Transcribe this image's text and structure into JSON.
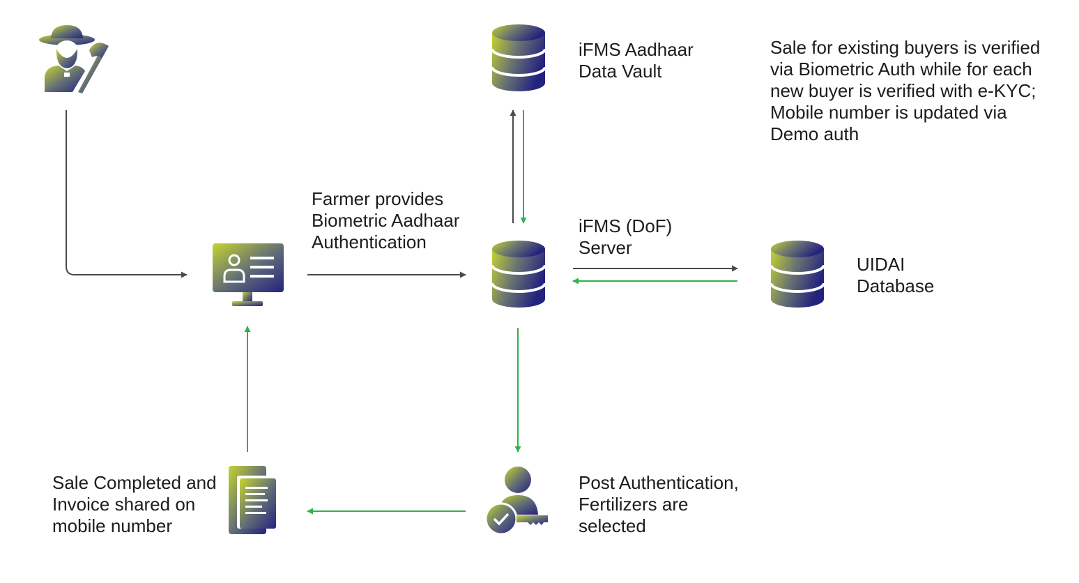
{
  "colors": {
    "icon_gradient_start": "#c6d430",
    "icon_gradient_end": "#23237e",
    "arrow_dark": "#4a4a4a",
    "arrow_green": "#2eb34a",
    "text": "#1c1c1c"
  },
  "labels": {
    "vault": [
      "iFMS Aadhaar",
      "Data Vault"
    ],
    "note": [
      "Sale for existing buyers is verified",
      "via Biometric Auth while for each",
      "new buyer is verified with e-KYC;",
      "Mobile number is updated via",
      "Demo auth"
    ],
    "farmer_provides": [
      "Farmer provides",
      "Biometric Aadhaar",
      "Authentication"
    ],
    "server": [
      "iFMS (DoF)",
      "Server"
    ],
    "uidai": [
      "UIDAI",
      "Database"
    ],
    "sale_completed": [
      "Sale Completed and",
      "Invoice shared on",
      "mobile number"
    ],
    "post_auth": [
      "Post Authentication,",
      "Fertilizers are",
      "selected"
    ]
  },
  "icons": {
    "farmer": "farmer-icon",
    "terminal": "pos-terminal-icon",
    "vault_db": "database-icon",
    "server_db": "database-icon",
    "uidai_db": "database-icon",
    "invoice": "invoice-document-icon",
    "auth_user": "user-key-auth-icon"
  }
}
